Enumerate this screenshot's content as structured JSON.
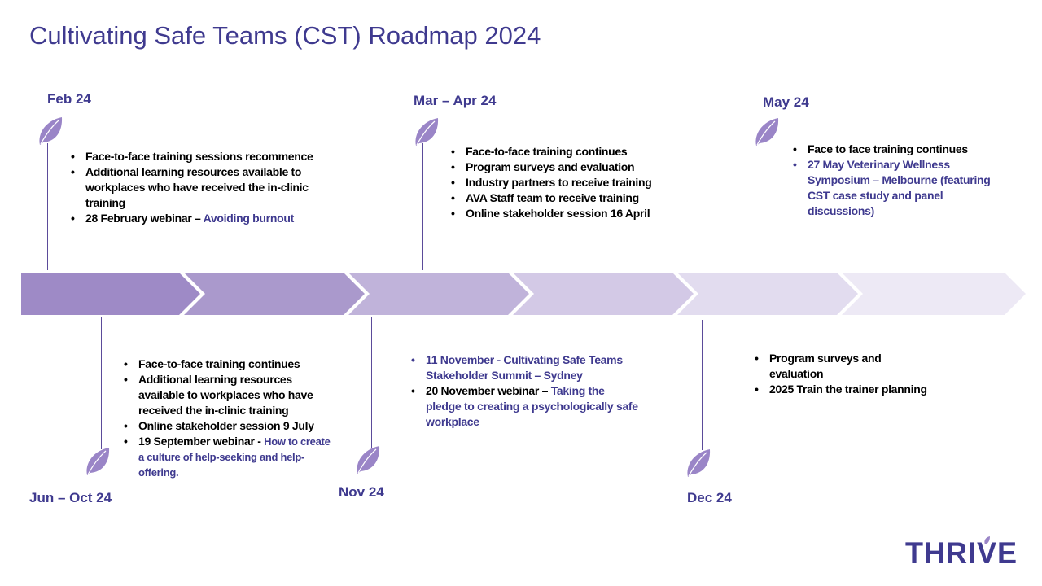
{
  "title": "Cultivating Safe Teams (CST) Roadmap 2024",
  "colors": {
    "accent": "#3f3a8f",
    "leaf": "#9a85c7",
    "arrow_1": "#9e8ac6",
    "arrow_2": "#aa99cc",
    "arrow_3": "#c0b3da",
    "arrow_4": "#d3c9e6",
    "arrow_5": "#e2dcef",
    "arrow_6": "#ede9f5"
  },
  "milestones": {
    "feb": {
      "date": "Feb 24",
      "items": [
        {
          "text": "Face-to-face training sessions recommence"
        },
        {
          "text": "Additional learning resources available to workplaces who have received the in-clinic training"
        },
        {
          "text": "28 February webinar – ",
          "link": "Avoiding burnout"
        }
      ]
    },
    "mar": {
      "date": "Mar – Apr 24",
      "items": [
        {
          "text": "Face-to-face training continues"
        },
        {
          "text": "Program surveys and evaluation"
        },
        {
          "text": "Industry partners to receive training"
        },
        {
          "text": "AVA Staff team to receive training"
        },
        {
          "text": "Online stakeholder session 16 April"
        }
      ]
    },
    "may": {
      "date": "May 24",
      "items": [
        {
          "text": "Face to face training continues"
        },
        {
          "text": "27 May Veterinary Wellness Symposium – Melbourne (featuring CST case study and panel discussions)"
        }
      ]
    },
    "jun": {
      "date": "Jun – Oct 24",
      "items": [
        {
          "text": "Face-to-face training continues"
        },
        {
          "text": "Additional learning resources available to workplaces who have received the in-clinic training"
        },
        {
          "text": "Online stakeholder session 9 July"
        },
        {
          "text": "19 September webinar - ",
          "link": "How to create a culture of help-seeking and help-offering."
        }
      ]
    },
    "nov": {
      "date": "Nov 24",
      "items": [
        {
          "text": "11 November - Cultivating Safe Teams Stakeholder Summit – Sydney"
        },
        {
          "text": "20 November webinar – ",
          "link": "Taking the pledge to creating a psychologically safe workplace"
        }
      ]
    },
    "dec": {
      "date": "Dec 24",
      "items": [
        {
          "text": "Program surveys and evaluation"
        },
        {
          "text": "2025 Train the trainer planning"
        }
      ]
    }
  },
  "logo": {
    "text": "THRIVE"
  }
}
